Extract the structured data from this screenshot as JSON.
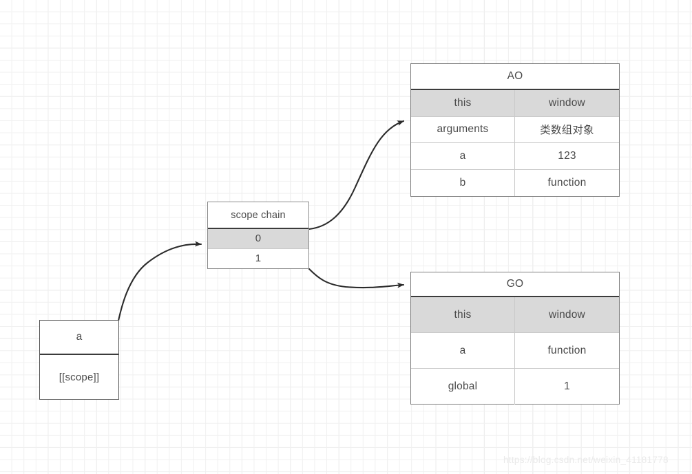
{
  "diagram": {
    "watermark": "https://blog.csdn.net/weixin_41181778",
    "nodes": {
      "func": {
        "title": "a",
        "body": "[[scope]]"
      },
      "scope_chain": {
        "title": "scope chain",
        "rows": [
          {
            "label": "0"
          },
          {
            "label": "1"
          }
        ]
      },
      "ao": {
        "title": "AO",
        "rows": [
          {
            "key": "this",
            "value": "window"
          },
          {
            "key": "arguments",
            "value": "类数组对象"
          },
          {
            "key": "a",
            "value": "123"
          },
          {
            "key": "b",
            "value": "function"
          }
        ]
      },
      "go": {
        "title": "GO",
        "rows": [
          {
            "key": "this",
            "value": "window"
          },
          {
            "key": "a",
            "value": "function"
          },
          {
            "key": "global",
            "value": "1"
          }
        ]
      }
    },
    "edges": [
      {
        "name": "func-to-scope-chain",
        "from": "a",
        "to": "scope chain"
      },
      {
        "name": "scope-chain-0-to-ao",
        "from": "scope chain",
        "to": "AO"
      },
      {
        "name": "scope-chain-1-to-go",
        "from": "scope chain",
        "to": "GO"
      }
    ],
    "colors": {
      "shaded_row": "#d9d9d9",
      "border": "#8f8f8f",
      "title_border": "#3b3b3b",
      "text": "#4a4a4a",
      "edge": "#2b2b2b",
      "grid_minor": "#f0f0f0",
      "grid_major": "#e2e2e2"
    }
  }
}
